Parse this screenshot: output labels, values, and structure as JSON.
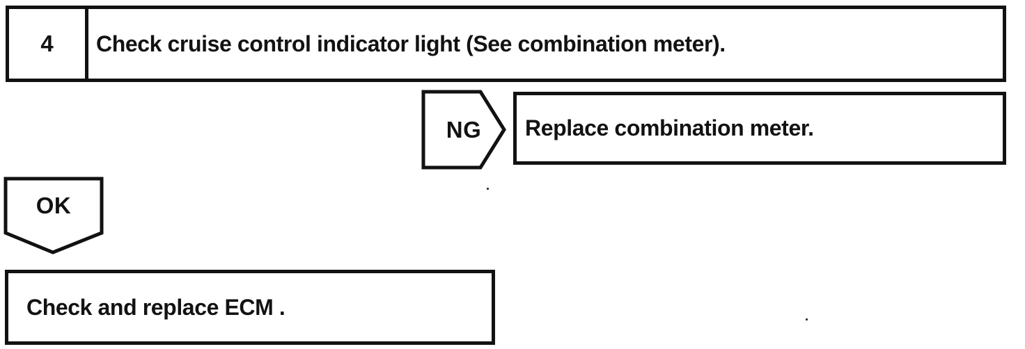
{
  "page": {
    "colors": {
      "line": "#121212",
      "background": "#ffffff"
    }
  },
  "flowchart": {
    "step_box": {
      "number": "4",
      "instruction": "Check cruise control indicator light (See combination meter)."
    },
    "ng_branch": {
      "label": "NG",
      "action": "Replace combination meter."
    },
    "ok_branch": {
      "label": "OK",
      "action": "Check and replace ECM ."
    }
  }
}
